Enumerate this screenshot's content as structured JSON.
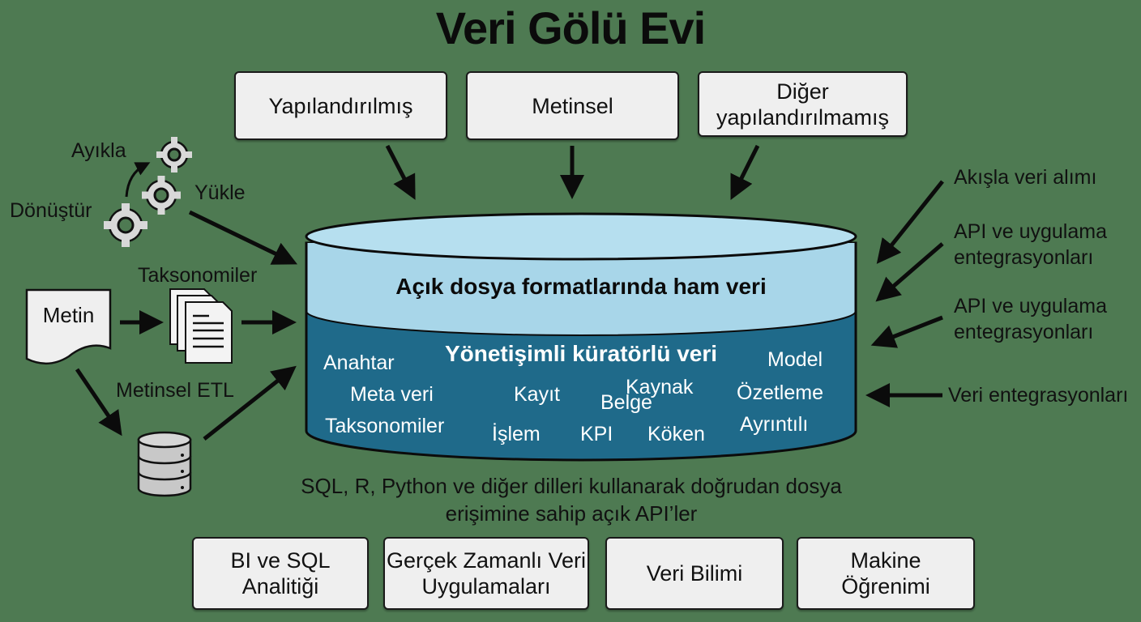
{
  "title": "Veri Gölü Evi",
  "sources_top": [
    {
      "label": "Yapılandırılmış"
    },
    {
      "label": "Metinsel"
    },
    {
      "label": "Diğer yapılandırılmamış"
    }
  ],
  "etl": {
    "extract": "Ayıkla",
    "transform": "Dönüştür",
    "load": "Yükle",
    "gears_icon": "gears-icon"
  },
  "text_flow": {
    "text_doc": "Metin",
    "taxonomies": "Taksonomiler",
    "textual_etl": "Metinsel ETL",
    "documents_icon": "documents-icon",
    "database_icon": "database-icon"
  },
  "lake": {
    "raw_layer": "Açık dosya formatlarında ham veri",
    "curated_title": "Yönetişimli küratörlü veri",
    "curated_terms": {
      "anahtar": "Anahtar",
      "meta": "Meta veri",
      "taksonomiler": "Taksonomiler",
      "kayit": "Kayıt",
      "islem": "İşlem",
      "kpi": "KPI",
      "belge": "Belge",
      "kaynak": "Kaynak",
      "koken": "Köken",
      "model": "Model",
      "ozetleme": "Özetleme",
      "ayrintili": "Ayrıntılı"
    },
    "colors": {
      "raw": "#a8d6e9",
      "curated": "#1f6a8a",
      "background": "#4e7a52"
    }
  },
  "sources_right": [
    {
      "label": "Akışla veri alımı"
    },
    {
      "label": "API ve uygulama entegrasyonları"
    },
    {
      "label": "API ve uygulama entegrasyonları"
    },
    {
      "label": "Veri entegrasyonları"
    }
  ],
  "access_description": "SQL, R, Python ve diğer dilleri kullanarak doğrudan dosya erişimine sahip açık API’ler",
  "consumers": [
    {
      "label": "BI ve SQL Analitiği"
    },
    {
      "label": "Gerçek Zamanlı Veri Uygulamaları"
    },
    {
      "label": "Veri Bilimi"
    },
    {
      "label": "Makine Öğrenimi"
    }
  ]
}
